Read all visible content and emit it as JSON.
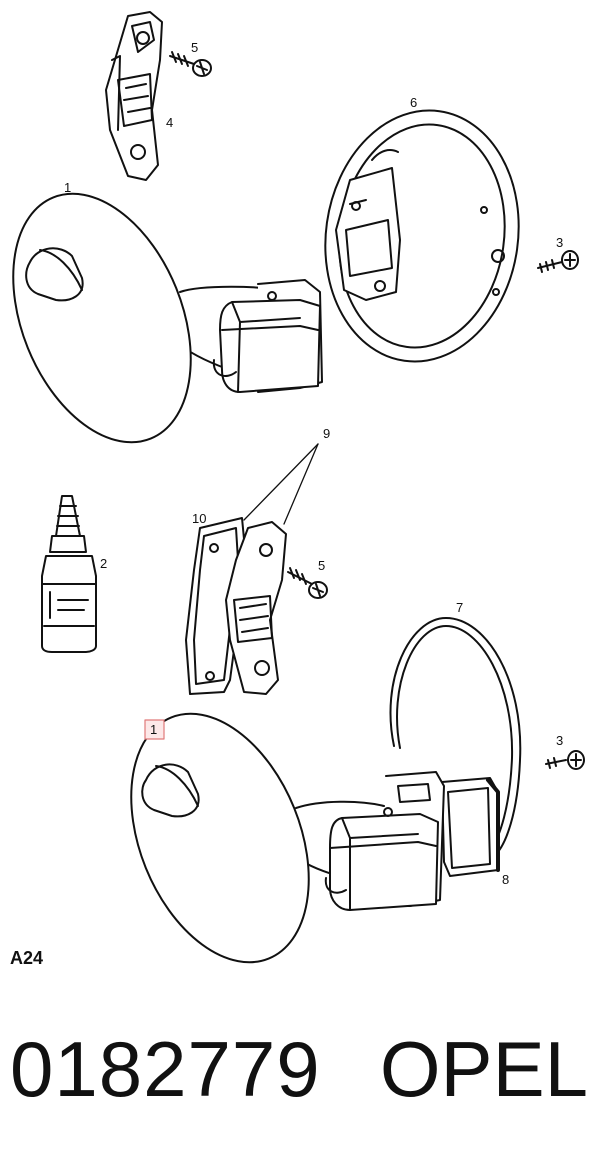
{
  "diagram": {
    "id_label": "A24",
    "callouts": {
      "c1_top": "1",
      "c2": "2",
      "c3_top": "3",
      "c3_bottom": "3",
      "c4": "4",
      "c5_top": "5",
      "c5_bottom": "5",
      "c6": "6",
      "c7": "7",
      "c8": "8",
      "c9": "9",
      "c10": "10",
      "c1_highlighted": "1"
    },
    "highlight_color": "#e07a7a"
  },
  "footer": {
    "part_number": "0182779",
    "brand": "OPEL"
  }
}
